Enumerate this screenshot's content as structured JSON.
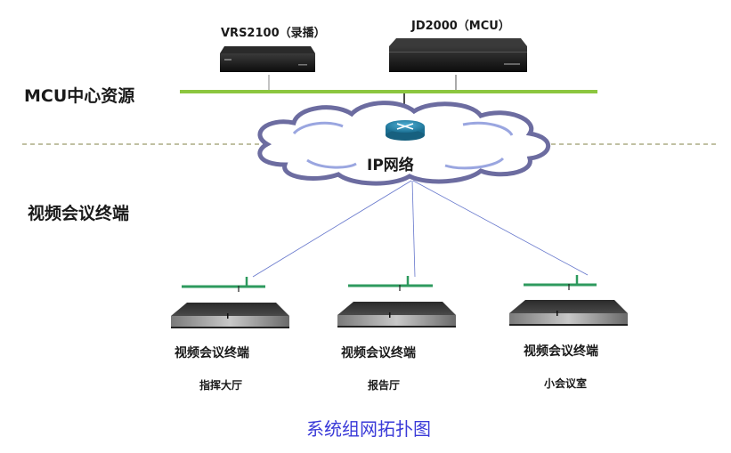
{
  "layers": {
    "top_label": "MCU中心资源",
    "bottom_label": "视频会议终端"
  },
  "devices": [
    {
      "id": "vrs",
      "label": "VRS2100（录播）",
      "icon": "recorder-device-icon"
    },
    {
      "id": "mcu",
      "label": "JD2000（MCU）",
      "icon": "mcu-device-icon"
    }
  ],
  "network": {
    "label": "IP网络",
    "icon": "router-icon",
    "cloud_icon": "cloud-icon"
  },
  "terminals": [
    {
      "label": "视频会议终端",
      "room": "指挥大厅"
    },
    {
      "label": "视频会议终端",
      "room": "报告厅"
    },
    {
      "label": "视频会议终端",
      "room": "小会议室"
    }
  ],
  "caption": "系统组网拓扑图",
  "colors": {
    "backbone": "#8cc63f",
    "terminal_bus": "#2e9a5e",
    "link": "#6677cc",
    "divider": "#9a9a6a",
    "caption": "#3a3ad8",
    "router": "#1e7fa6"
  }
}
